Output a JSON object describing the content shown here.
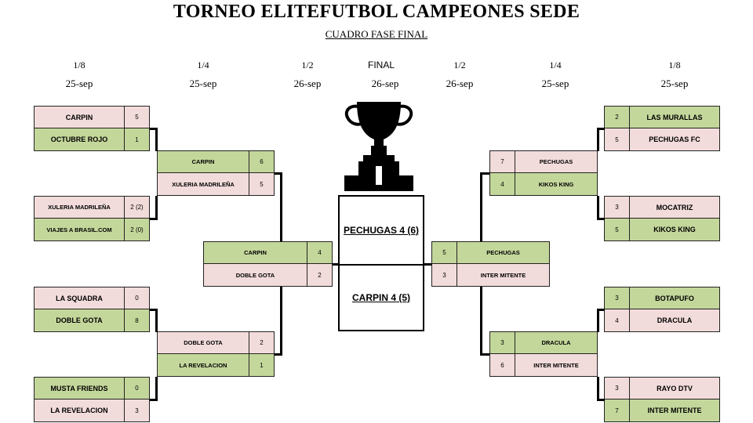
{
  "header": {
    "title": "TORNEO ELITEFUTBOL CAMPEONES SEDE",
    "subtitle": "CUADRO FASE FINAL"
  },
  "rounds": {
    "left": {
      "r16": {
        "label": "1/8",
        "date": "25-sep"
      },
      "qf": {
        "label": "1/4",
        "date": "25-sep"
      },
      "sf": {
        "label": "1/2",
        "date": "26-sep"
      }
    },
    "final": {
      "label": "FINAL",
      "date": "26-sep"
    },
    "right": {
      "sf": {
        "label": "1/2",
        "date": "26-sep"
      },
      "qf": {
        "label": "1/4",
        "date": "25-sep"
      },
      "r16": {
        "label": "1/8",
        "date": "25-sep"
      }
    }
  },
  "left": {
    "r16": [
      {
        "team": "CARPIN",
        "score": "5"
      },
      {
        "team": "OCTUBRE ROJO",
        "score": "1"
      },
      {
        "team": "XULERIA MADRILEÑA",
        "score": "2 (2)"
      },
      {
        "team": "VIAJES A BRASIL.COM",
        "score": "2 (0)"
      },
      {
        "team": "LA SQUADRA",
        "score": "0"
      },
      {
        "team": "DOBLE GOTA",
        "score": "8"
      },
      {
        "team": "MUSTA FRIENDS",
        "score": "0"
      },
      {
        "team": "LA REVELACION",
        "score": "3"
      }
    ],
    "qf": [
      {
        "team": "CARPIN",
        "score": "6"
      },
      {
        "team": "XULERIA MADRILEÑA",
        "score": "5"
      },
      {
        "team": "DOBLE GOTA",
        "score": "2"
      },
      {
        "team": "LA REVELACION",
        "score": "1"
      }
    ],
    "sf": [
      {
        "team": "CARPIN",
        "score": "4"
      },
      {
        "team": "DOBLE GOTA",
        "score": "2"
      }
    ]
  },
  "right": {
    "r16": [
      {
        "team": "LAS MURALLAS",
        "score": "2"
      },
      {
        "team": "PECHUGAS FC",
        "score": "5"
      },
      {
        "team": "MOCATRIZ",
        "score": "3"
      },
      {
        "team": "KIKOS KING",
        "score": "5"
      },
      {
        "team": "BOTAPUFO",
        "score": "3"
      },
      {
        "team": "DRACULA",
        "score": "4"
      },
      {
        "team": "RAYO DTV",
        "score": "3"
      },
      {
        "team": "INTER MITENTE",
        "score": "7"
      }
    ],
    "qf": [
      {
        "team": "PECHUGAS",
        "score": "7"
      },
      {
        "team": "KIKOS KING",
        "score": "4"
      },
      {
        "team": "DRACULA",
        "score": "3"
      },
      {
        "team": "INTER MITENTE",
        "score": "6"
      }
    ],
    "sf": [
      {
        "team": "PECHUGAS",
        "score": "5"
      },
      {
        "team": "INTER MITENTE",
        "score": "3"
      }
    ]
  },
  "final": {
    "top": "PECHUGAS 4 (6)",
    "bottom": "CARPIN 4 (5)"
  },
  "colors": {
    "pink": "#f2dcdb",
    "green": "#c4d79b",
    "line": "#000000"
  },
  "icons": {
    "trophy": "trophy-icon"
  }
}
